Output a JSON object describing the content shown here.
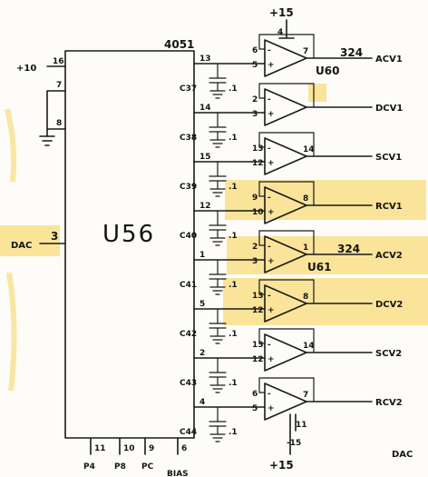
{
  "chip": {
    "name": "U56",
    "part": "4051",
    "supply_pin": "16",
    "supply_label": "+10",
    "pins": [
      "7",
      "8"
    ],
    "input_pin": "3",
    "input_label": "DAC",
    "bottom_pins": [
      "11",
      "10",
      "9",
      "6"
    ],
    "bottom_labels": [
      "P4",
      "P8",
      "PC",
      "BIAS"
    ],
    "output_pins": [
      "13",
      "14",
      "15",
      "12",
      "1",
      "5",
      "2",
      "4"
    ]
  },
  "caps": {
    "names": [
      "C37",
      "C38",
      "C39",
      "C40",
      "C41",
      "C42",
      "C43",
      "C44"
    ],
    "value": ".1"
  },
  "amps": [
    {
      "pin_plus": "5",
      "pin_minus": "6",
      "out_pin": "7",
      "label": "ACV1"
    },
    {
      "pin_plus": "3",
      "pin_minus": "2",
      "out_pin": "",
      "label": "DCV1"
    },
    {
      "pin_plus": "12",
      "pin_minus": "13",
      "out_pin": "14",
      "label": "SCV1"
    },
    {
      "pin_plus": "10",
      "pin_minus": "9",
      "out_pin": "8",
      "label": "RCV1"
    },
    {
      "pin_plus": "3",
      "pin_minus": "2",
      "out_pin": "1",
      "label": "ACV2"
    },
    {
      "pin_plus": "12",
      "pin_minus": "13",
      "out_pin": "8",
      "label": "DCV2"
    },
    {
      "pin_plus": "12",
      "pin_minus": "13",
      "out_pin": "14",
      "label": "SCV2"
    },
    {
      "pin_plus": "5",
      "pin_minus": "6",
      "out_pin": "7",
      "label": "RCV2"
    }
  ],
  "chips": {
    "u60": "U60",
    "u61": "U61",
    "part": "324"
  },
  "rails": {
    "top": "+15",
    "bottom_pos": "+15",
    "bottom_neg": "-15",
    "pin4": "4",
    "pin11": "11"
  },
  "corner_label": "DAC",
  "highlight_color": "#f6d04d"
}
